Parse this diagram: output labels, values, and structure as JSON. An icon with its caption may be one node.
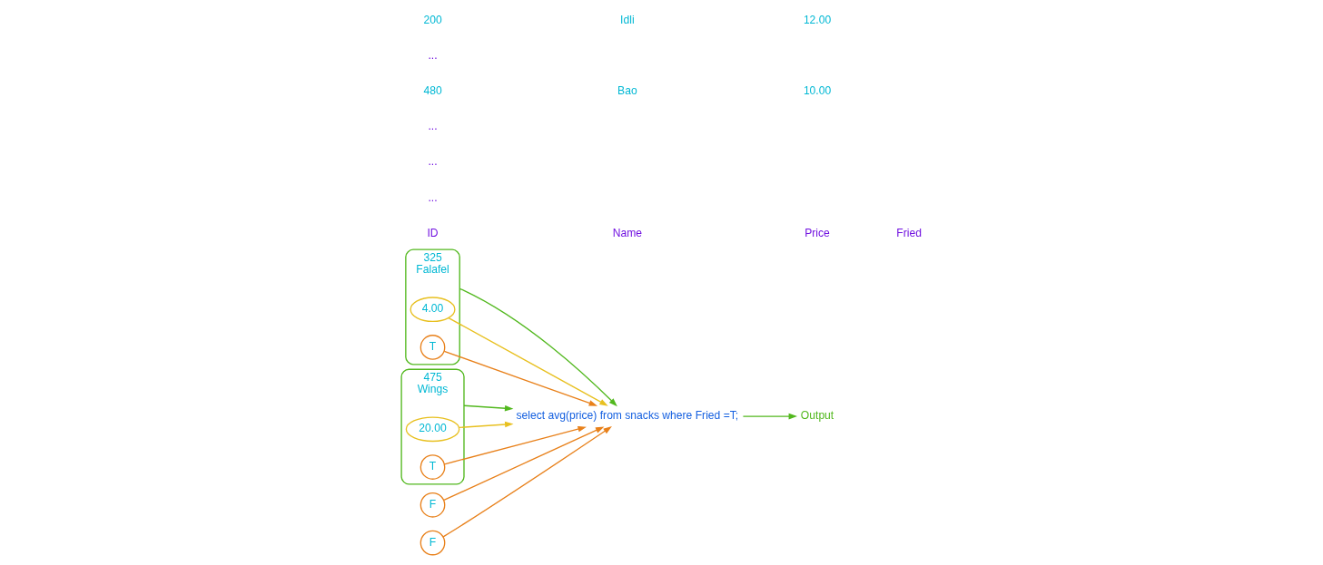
{
  "diagram": {
    "nodes": [
      {
        "text": [
          "325",
          "Falafel"
        ]
      },
      {
        "text": [
          "4.00"
        ],
        "in": 0
      },
      {
        "text": [
          "T"
        ],
        "in": 0
      },
      {
        "text": [
          "select avg(price) from snacks where Fried =T;"
        ]
      },
      {
        "text": [
          "475",
          "Wings"
        ]
      },
      {
        "text": [
          "20.00"
        ],
        "in": 4
      },
      {
        "text": [
          "T"
        ],
        "in": 4
      },
      {
        "text": [
          "F"
        ]
      },
      {
        "text": [
          "F"
        ]
      },
      {
        "text": [
          "Output"
        ]
      }
    ],
    "edges": [
      {
        "from": 0,
        "to": 3,
        "arrow": "to",
        "color": "#52b81e"
      },
      {
        "from": 4,
        "to": 3,
        "arrow": "to",
        "color": "#52b81e"
      },
      {
        "from": 1,
        "to": 3,
        "arrow": "to",
        "color": "#e8c020"
      },
      {
        "from": 5,
        "to": 3,
        "arrow": "to",
        "color": "#e8c020"
      },
      {
        "from": 2,
        "to": 3,
        "arrow": "to",
        "color": "#e8801a"
      },
      {
        "from": 6,
        "to": 3,
        "arrow": "to",
        "color": "#e8801a"
      },
      {
        "from": 7,
        "to": 3,
        "arrow": "to",
        "color": "#e8801a"
      },
      {
        "from": 8,
        "to": 3,
        "arrow": "to",
        "color": "#e8801a"
      },
      {
        "from": 3,
        "to": 9,
        "arrow": "to",
        "color": "#52b81e"
      }
    ],
    "labels": [
      "ID",
      "Name",
      "Price",
      "Fried",
      "...",
      "...",
      "...",
      "480",
      "Bao",
      "10.00",
      "...",
      "200",
      "Idli",
      "12.00"
    ]
  }
}
